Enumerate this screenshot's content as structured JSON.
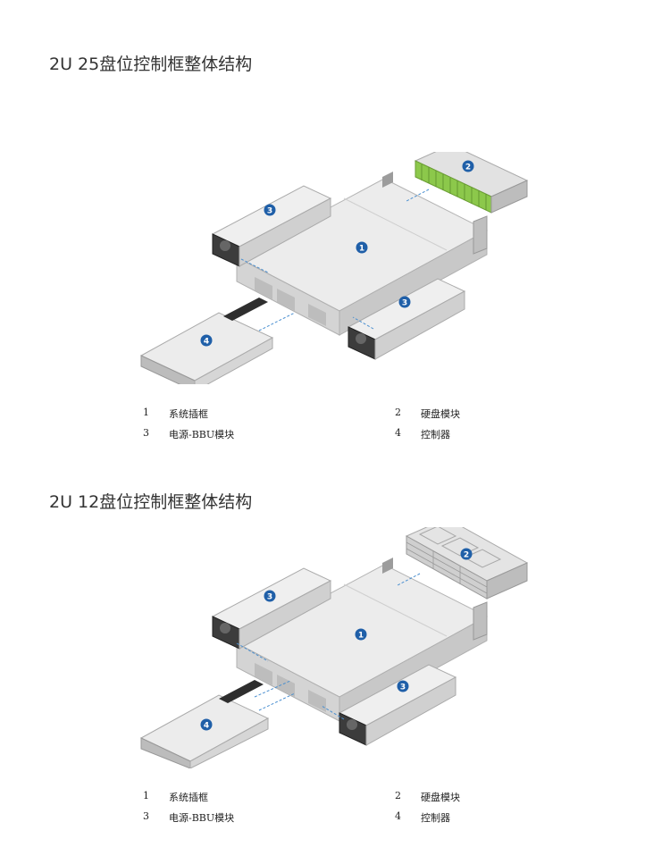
{
  "sections": [
    {
      "title": "2U 25盘位控制框整体结构",
      "drive_module": "25-bay",
      "legend": [
        {
          "num": "1",
          "label": "系统插框"
        },
        {
          "num": "2",
          "label": "硬盘模块"
        },
        {
          "num": "3",
          "label": "电源-BBU模块"
        },
        {
          "num": "4",
          "label": "控制器"
        }
      ],
      "callouts": [
        "1",
        "2",
        "3",
        "3",
        "4"
      ]
    },
    {
      "title": "2U 12盘位控制框整体结构",
      "drive_module": "12-bay",
      "legend": [
        {
          "num": "1",
          "label": "系统插框"
        },
        {
          "num": "2",
          "label": "硬盘模块"
        },
        {
          "num": "3",
          "label": "电源-BBU模块"
        },
        {
          "num": "4",
          "label": "控制器"
        }
      ],
      "callouts": [
        "1",
        "2",
        "3",
        "3",
        "4"
      ]
    }
  ],
  "colors": {
    "callout_fill": "#1f5fa8",
    "leader_line": "#4a8fd0",
    "chassis_top": "#e9e9e9",
    "chassis_side": "#cfcfcf",
    "drive_green": "#7fbf3f"
  }
}
